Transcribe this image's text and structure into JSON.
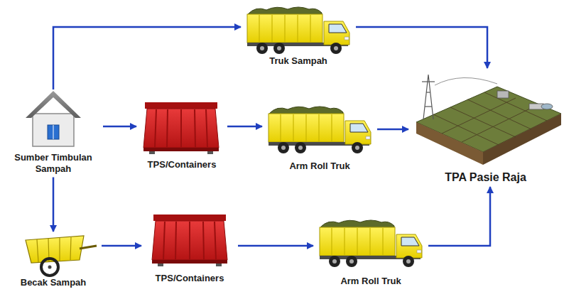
{
  "diagram": {
    "nodes": [
      {
        "text": [
          "Truk Sampah"
        ]
      },
      {
        "text": [
          "Sumber Timbulan Sampah"
        ]
      },
      {
        "text": [
          "TPS/Containers"
        ]
      },
      {
        "text": [
          "Arm Roll Truk"
        ]
      },
      {
        "text": [
          "TPA Pasie Raja"
        ]
      },
      {
        "text": [
          "Becak Sampah"
        ]
      },
      {
        "text": [
          "TPS/Containers"
        ]
      },
      {
        "text": [
          "Arm Roll Truk"
        ]
      }
    ],
    "edges": [
      {
        "from": 1,
        "to": 0,
        "arrow": "to"
      },
      {
        "from": 0,
        "to": 4,
        "arrow": "to"
      },
      {
        "from": 1,
        "to": 2,
        "arrow": "to"
      },
      {
        "from": 2,
        "to": 3,
        "arrow": "to"
      },
      {
        "from": 3,
        "to": 4,
        "arrow": "to"
      },
      {
        "from": 1,
        "to": 5,
        "arrow": "to"
      },
      {
        "from": 5,
        "to": 6,
        "arrow": "to"
      },
      {
        "from": 6,
        "to": 7,
        "arrow": "to"
      },
      {
        "from": 7,
        "to": 4,
        "arrow": "to"
      }
    ]
  }
}
